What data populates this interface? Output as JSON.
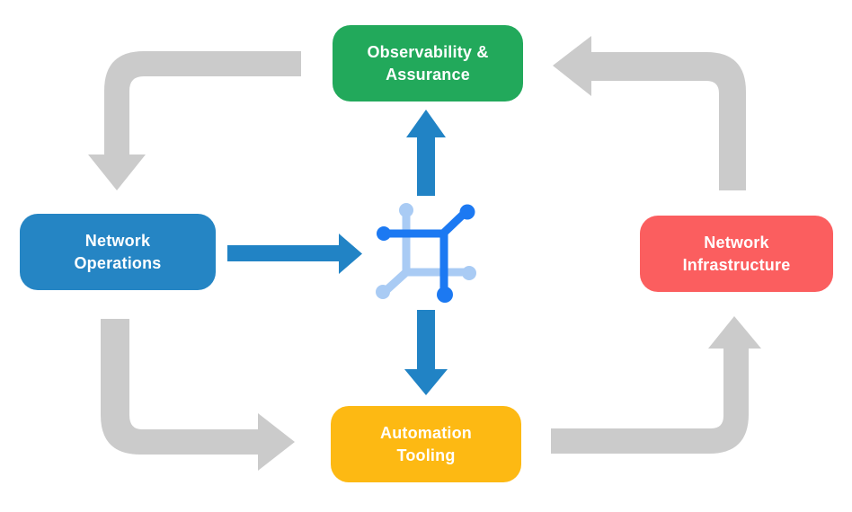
{
  "title": "Network automation cycle diagram",
  "colors": {
    "background": "#FFFFFF",
    "green": "#22A95B",
    "blue": "#2585C4",
    "red": "#FB5E5F",
    "yellow": "#FDB913",
    "arrow_gray": "#CBCBCB",
    "arrow_blue": "#2183C5",
    "icon_dark_blue": "#1C79F2",
    "icon_light_blue": "#A9CBF4",
    "node_text": "#FFFFFF"
  },
  "nodes": {
    "observability": {
      "line1": "Observability &",
      "line2": "Assurance",
      "color": "#22A95B"
    },
    "operations": {
      "line1": "Network",
      "line2": "Operations",
      "color": "#2585C4"
    },
    "infrastructure": {
      "line1": "Network",
      "line2": "Infrastructure",
      "color": "#FB5E5F"
    },
    "automation": {
      "line1": "Automation",
      "line2": "Tooling",
      "color": "#FDB913"
    }
  },
  "center_icon": {
    "name": "network-mesh-icon"
  },
  "edges": [
    {
      "from": "Observability & Assurance",
      "to": "Network Operations",
      "style": "gray-curved",
      "direction": "down"
    },
    {
      "from": "Network Infrastructure",
      "to": "Observability & Assurance",
      "style": "gray-curved",
      "direction": "left"
    },
    {
      "from": "Network Operations",
      "to": "Automation Tooling",
      "style": "gray-curved",
      "direction": "right"
    },
    {
      "from": "Automation Tooling",
      "to": "Network Infrastructure",
      "style": "gray-curved",
      "direction": "up"
    },
    {
      "from": "Network Operations",
      "to": "center-icon",
      "style": "blue-straight",
      "direction": "right"
    },
    {
      "from": "center-icon",
      "to": "Observability & Assurance",
      "style": "blue-straight",
      "direction": "up"
    },
    {
      "from": "center-icon",
      "to": "Automation Tooling",
      "style": "blue-straight",
      "direction": "down"
    }
  ]
}
